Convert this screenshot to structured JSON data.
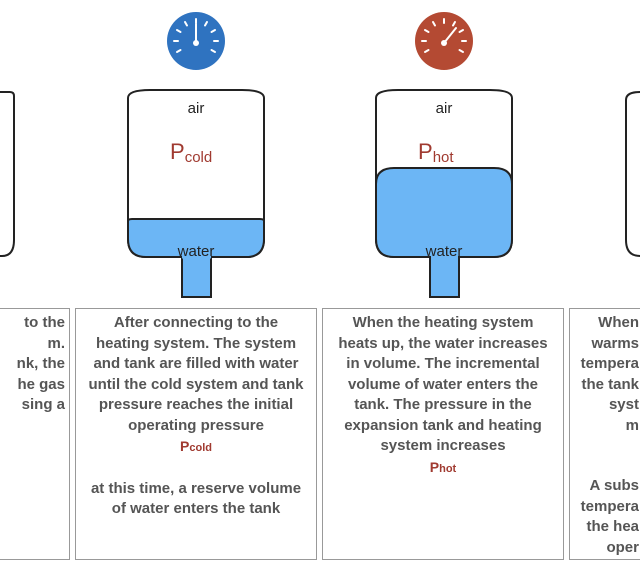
{
  "stages": [
    {
      "id": "stage-1-partial",
      "description_lines": [
        "to the",
        "m.",
        "nk, the",
        "he gas",
        "sing a"
      ]
    },
    {
      "id": "stage-2-cold",
      "gauge_color": "#2f73c0",
      "air_label": "air",
      "pressure_main": "P",
      "pressure_sub": "cold",
      "water_label": "water",
      "description_lines": [
        "After connecting to the",
        "heating system. The system",
        "and tank are filled with water",
        "until the cold system and tank",
        "pressure reaches the initial",
        "operating pressure"
      ],
      "pressure_text": "Pcold",
      "note_lines": [
        "at this time, a reserve volume",
        "of water enters the tank"
      ]
    },
    {
      "id": "stage-3-hot",
      "gauge_color": "#b44a33",
      "air_label": "air",
      "pressure_main": "P",
      "pressure_sub": "hot",
      "water_label": "water",
      "description_lines": [
        "When the heating system",
        "heats up, the water increases",
        "in volume. The incremental",
        "volume of water enters the",
        "tank. The pressure in the",
        "expansion tank and heating",
        "system increases"
      ],
      "pressure_text": "Phot"
    },
    {
      "id": "stage-4-partial",
      "description_lines": [
        "When",
        "warms",
        "tempera",
        "the tank",
        "syst",
        "m"
      ],
      "note_lines": [
        "A subs",
        "tempera",
        "the hea",
        "oper"
      ]
    }
  ],
  "colors": {
    "water": "#6cb6f5",
    "tank_outline": "#222222",
    "pressure_label": "#a03a30",
    "gauge_blue": "#2f73c0",
    "gauge_red": "#b44a33"
  },
  "gauges": [
    {
      "name": "cold-gauge",
      "needle_angle_deg": 0
    },
    {
      "name": "hot-gauge",
      "needle_angle_deg": 40
    }
  ]
}
